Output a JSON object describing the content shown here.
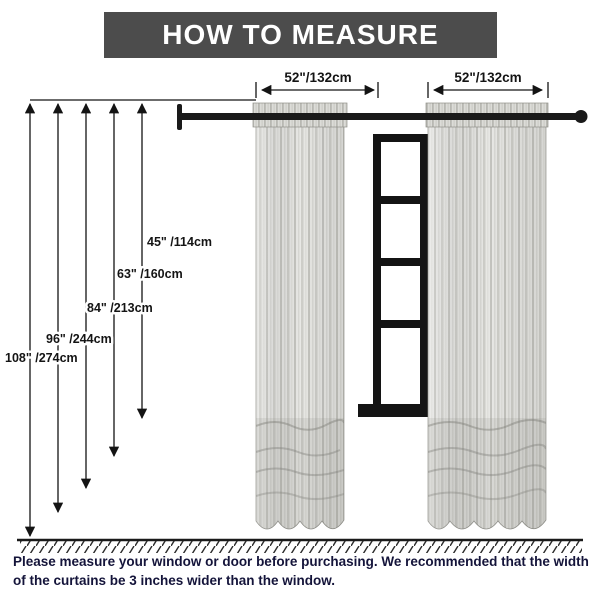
{
  "header": {
    "title": "HOW TO MEASURE"
  },
  "width_labels": {
    "left": "52\"/132cm",
    "right": "52\"/132cm"
  },
  "length_labels": {
    "l45": "45\" /114cm",
    "l63": "63\" /160cm",
    "l84": "84\" /213cm",
    "l96": "96\" /244cm",
    "l108": "108\" /274cm"
  },
  "footer": {
    "note": "Please measure your window or door before purchasing. We recommended that the width of the curtains be 3 inches wider than the window."
  },
  "colors": {
    "banner_bg": "#4c4c4c",
    "banner_text": "#ffffff",
    "diagram_line": "#141414",
    "curtain_base": "#e7e7e4",
    "footer_text": "#14143a"
  }
}
